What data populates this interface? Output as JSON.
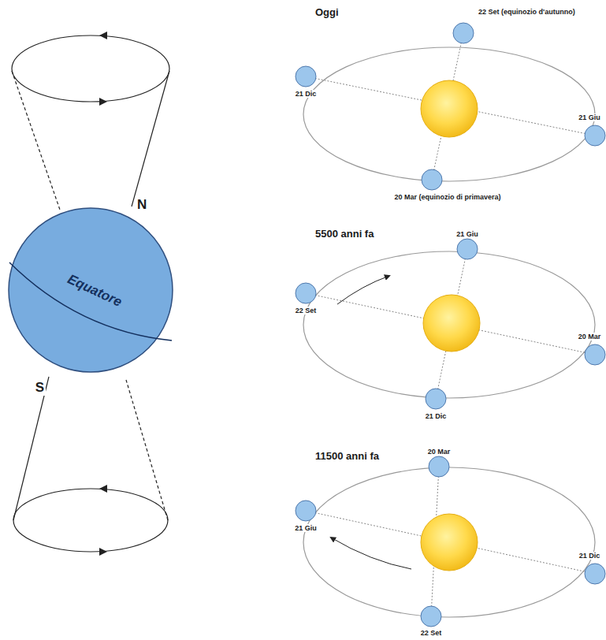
{
  "diagram": {
    "nodes": [
      {
        "text": [
          "Equatore"
        ]
      }
    ],
    "labels": [
      "N",
      "S",
      "Oggi",
      "22 Set (equinozio d'autunno)",
      "21 Dic",
      "21 Giu",
      "20 Mar (equinozio di primavera)",
      "5500 anni fa",
      "21 Giu",
      "22 Set",
      "20 Mar",
      "21 Dic",
      "11500 anni fa",
      "20 Mar",
      "21 Giu",
      "21 Dic",
      "22 Set"
    ]
  }
}
